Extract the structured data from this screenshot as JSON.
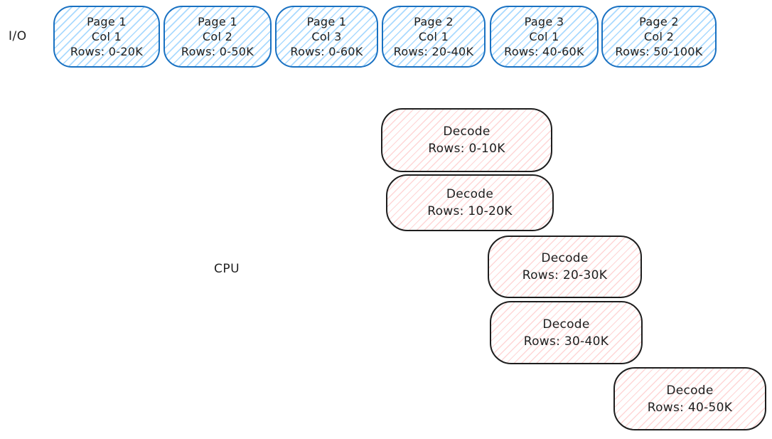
{
  "labels": {
    "io": "I/O",
    "cpu": "CPU"
  },
  "colors": {
    "io_border": "#1971c2",
    "io_hatch": "#a5d8ff",
    "decode_border": "#1e1e1e",
    "decode_hatch": "#ffc9c9",
    "text": "#1e1e1e",
    "background": "#ffffff"
  },
  "io_boxes": [
    {
      "page": "Page 1",
      "col": "Col 1",
      "rows": "Rows: 0-20K"
    },
    {
      "page": "Page 1",
      "col": "Col 2",
      "rows": "Rows: 0-50K"
    },
    {
      "page": "Page 1",
      "col": "Col 3",
      "rows": "Rows: 0-60K"
    },
    {
      "page": "Page 2",
      "col": "Col 1",
      "rows": "Rows: 20-40K"
    },
    {
      "page": "Page 3",
      "col": "Col 1",
      "rows": "Rows: 40-60K"
    },
    {
      "page": "Page 2",
      "col": "Col 2",
      "rows": "Rows: 50-100K"
    }
  ],
  "decode_boxes": [
    {
      "title": "Decode",
      "rows": "Rows: 0-10K"
    },
    {
      "title": "Decode",
      "rows": "Rows: 10-20K"
    },
    {
      "title": "Decode",
      "rows": "Rows: 20-30K"
    },
    {
      "title": "Decode",
      "rows": "Rows: 30-40K"
    },
    {
      "title": "Decode",
      "rows": "Rows: 40-50K"
    }
  ]
}
